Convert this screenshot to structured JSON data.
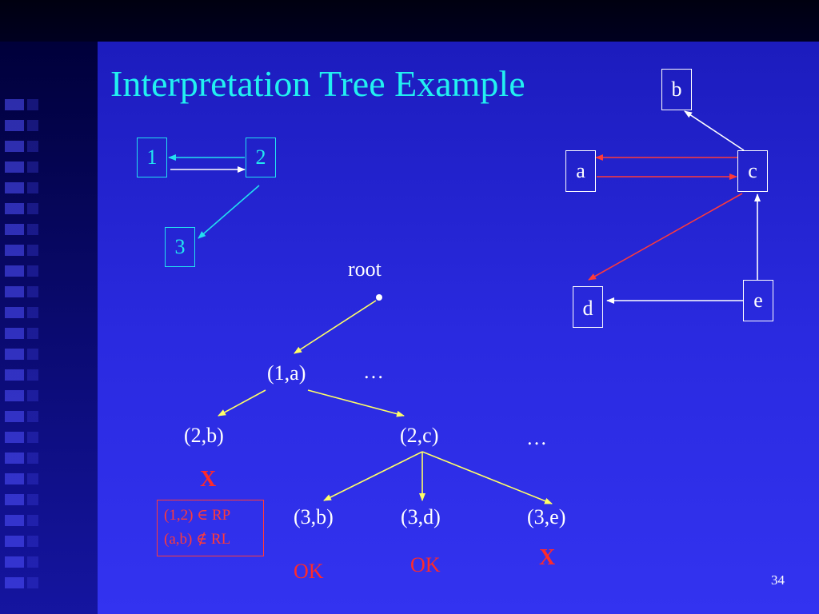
{
  "slide": {
    "title": "Interpretation Tree Example",
    "page_number": "34"
  },
  "model_graph": {
    "nodes": [
      "1",
      "2",
      "3"
    ]
  },
  "scene_graph": {
    "nodes": [
      "a",
      "b",
      "c",
      "d",
      "e"
    ]
  },
  "tree": {
    "root": "root",
    "level1": "(1,a)",
    "level1_more": "…",
    "level2_left": "(2,b)",
    "level2_right": "(2,c)",
    "level2_more": "…",
    "level3": [
      "(3,b)",
      "(3,d)",
      "(3,e)"
    ]
  },
  "results": {
    "left_fail": "X",
    "constraint_line1": "(1,2) ∈ RP",
    "constraint_line2": "(a,b) ∉ RL",
    "ok1": "OK",
    "ok2": "OK",
    "right_fail": "X"
  },
  "colors": {
    "background": "#2a2ae0",
    "title": "#22f0f0",
    "model_graph": "#22e0f0",
    "tree_edges": "#ffff66",
    "scene_red_edges": "#ff3a3a",
    "fail_mark": "#ff2a2a"
  }
}
